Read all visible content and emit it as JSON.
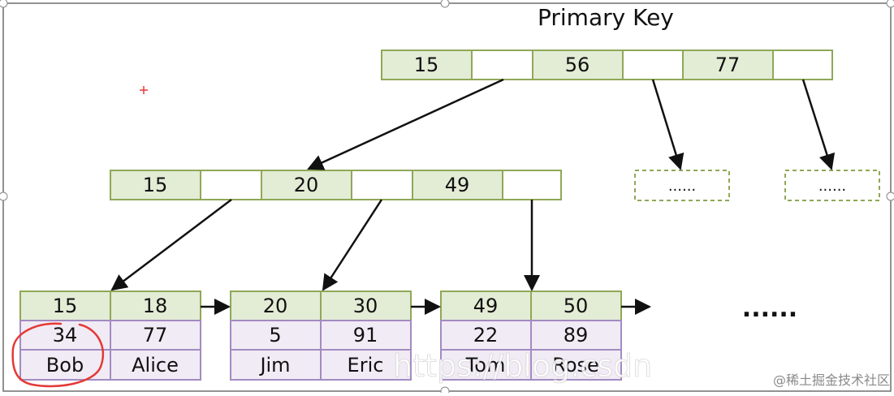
{
  "title": "Primary Key",
  "colors": {
    "key_fill": "#e3ecd5",
    "key_border": "#8fa857",
    "data_fill": "#f1ebf5",
    "data_border": "#a28bc1",
    "arrow": "#111111",
    "annotation": "#e53935",
    "frame": "#6f6f6f"
  },
  "root": {
    "keys": [
      "15",
      "56",
      "77"
    ],
    "placeholders": [
      "......",
      "......"
    ]
  },
  "internal": {
    "keys": [
      "15",
      "20",
      "49"
    ]
  },
  "leaves": [
    {
      "keys": [
        "15",
        "18"
      ],
      "ages": [
        "34",
        "77"
      ],
      "names": [
        "Bob",
        "Alice"
      ]
    },
    {
      "keys": [
        "20",
        "30"
      ],
      "ages": [
        "5",
        "91"
      ],
      "names": [
        "Jim",
        "Eric"
      ]
    },
    {
      "keys": [
        "49",
        "50"
      ],
      "ages": [
        "22",
        "89"
      ],
      "names": [
        "Tom",
        "Rose"
      ]
    }
  ],
  "continuation": "......",
  "watermark": {
    "url_text": "https://blog.csdn",
    "site": "@稀土掘金技术社区"
  }
}
